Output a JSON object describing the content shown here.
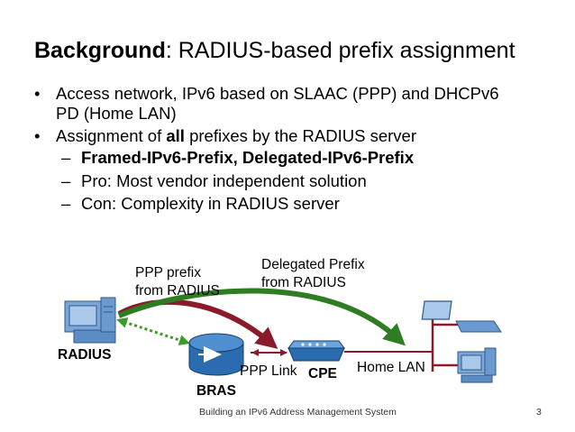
{
  "slide": {
    "title_bold": "Background",
    "title_rest": ": RADIUS-based prefix assignment",
    "bullets": [
      {
        "line1": "Access network, IPv6 based on SLAAC (PPP) and DHCPv6",
        "line2": "PD (Home LAN)"
      },
      {
        "pre": "Assignment of ",
        "bold": "all",
        "post": " prefixes by the RADIUS server"
      }
    ],
    "sub_bullets": [
      "Framed-IPv6-Prefix, Delegated-IPv6-Prefix",
      "Pro: Most vendor independent solution",
      "Con: Complexity in RADIUS server"
    ],
    "bullet_glyph": "•",
    "dash_glyph": "–"
  },
  "diagram": {
    "ppp_prefix_label_1": "PPP prefix",
    "ppp_prefix_label_2": "from RADIUS",
    "delegated_label_1": "Delegated Prefix",
    "delegated_label_2": "from RADIUS",
    "radius_label": "RADIUS",
    "bras_label": "BRAS",
    "ppp_link_label": "PPP Link",
    "cpe_label": "CPE",
    "home_lan_label": "Home LAN",
    "colors": {
      "ppp_arrow": "#8b1a2a",
      "delegated_arrow": "#2e7d23",
      "link_line": "#8b1a2a",
      "dotted": "#3a9a2a"
    }
  },
  "footer": {
    "text": "Building an IPv6 Address Management System",
    "page": "3"
  }
}
